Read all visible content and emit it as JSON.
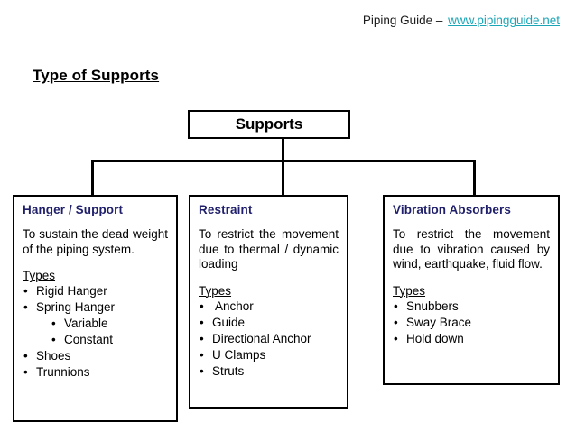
{
  "header": {
    "prefix": "Piping Guide – ",
    "link_text": "www.pipingguide.net",
    "link_color": "#1aa6b7"
  },
  "page_title": "Type of Supports",
  "diagram": {
    "type": "tree",
    "root": {
      "label": "Supports"
    },
    "heading_color": "#1f1f6b",
    "line_color": "#000000",
    "types_label": "Types",
    "nodes": [
      {
        "heading": "Hanger / Support",
        "description": "To sustain the dead weight of the piping system.",
        "types_label": "Types",
        "types": [
          {
            "label": "Rigid Hanger",
            "level": 1
          },
          {
            "label": "Spring Hanger",
            "level": 1
          },
          {
            "label": "Variable",
            "level": 2
          },
          {
            "label": "Constant",
            "level": 2
          },
          {
            "label": "Shoes",
            "level": 1
          },
          {
            "label": "Trunnions",
            "level": 1
          }
        ]
      },
      {
        "heading": "Restraint",
        "description": "To restrict the movement due to thermal / dynamic loading",
        "types_label": "Types",
        "types": [
          {
            "label": " Anchor",
            "level": 1
          },
          {
            "label": "Guide",
            "level": 1
          },
          {
            "label": "Directional Anchor",
            "level": 1
          },
          {
            "label": "U Clamps",
            "level": 1
          },
          {
            "label": "Struts",
            "level": 1
          }
        ]
      },
      {
        "heading": "Vibration Absorbers",
        "description": "To restrict the movement due to vibration caused by wind, earthquake, fluid flow.",
        "types_label": "Types",
        "types": [
          {
            "label": "Snubbers",
            "level": 1
          },
          {
            "label": "Sway Brace",
            "level": 1
          },
          {
            "label": "Hold down",
            "level": 1
          }
        ]
      }
    ]
  }
}
